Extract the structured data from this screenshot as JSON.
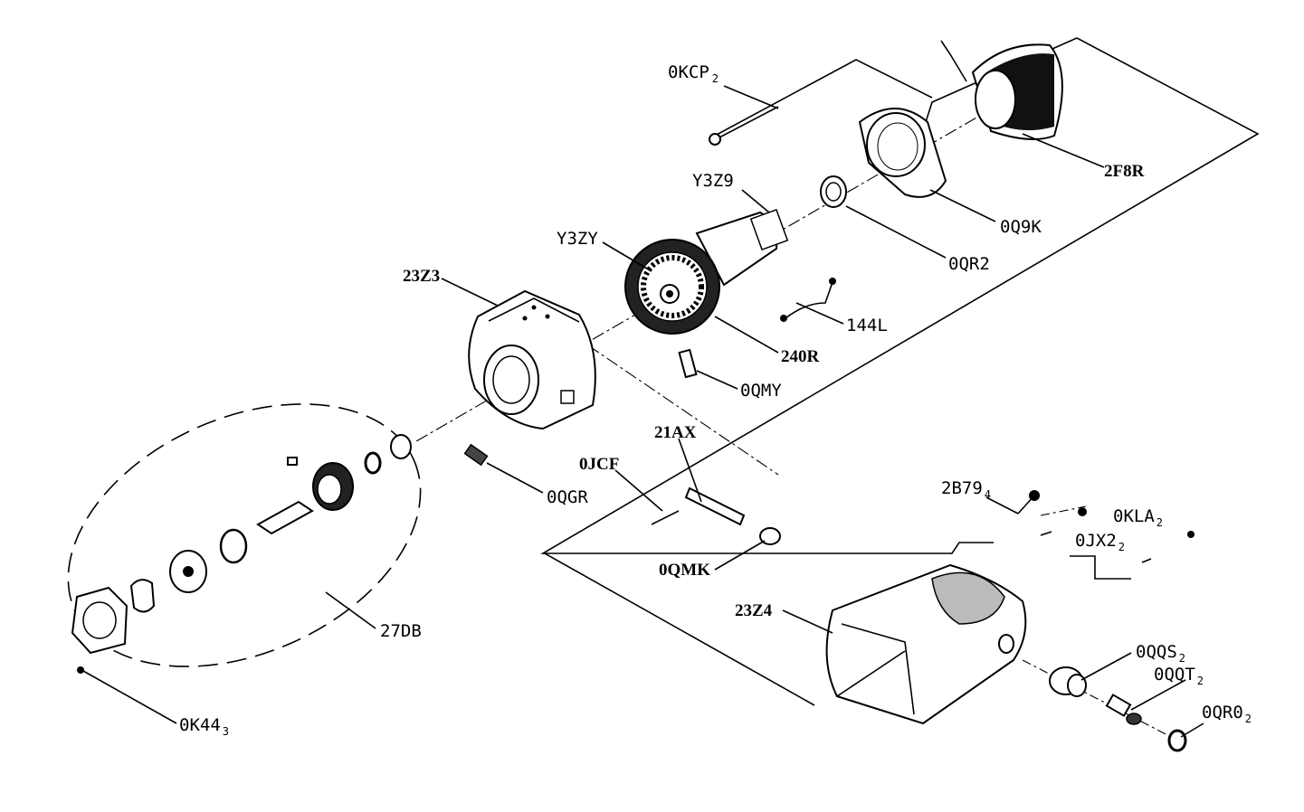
{
  "diagram": {
    "labels": {
      "kcp": {
        "text": "0KCP",
        "sub": "2"
      },
      "f8r": {
        "text": "2F8R"
      },
      "y3z9": {
        "text": "Y3Z9"
      },
      "q9k": {
        "text": "0Q9K"
      },
      "y3zy": {
        "text": "Y3ZY"
      },
      "qr2": {
        "text": "0QR2"
      },
      "z3": {
        "text": "23Z3"
      },
      "l144": {
        "text": "144L"
      },
      "r240": {
        "text": "240R"
      },
      "qmy": {
        "text": "0QMY"
      },
      "ax21": {
        "text": "21AX"
      },
      "jcf": {
        "text": "0JCF"
      },
      "qgr": {
        "text": "0QGR"
      },
      "b79": {
        "text": "2B79",
        "sub": "4"
      },
      "kla": {
        "text": "0KLA",
        "sub": "2"
      },
      "jx2": {
        "text": "0JX2",
        "sub": "2"
      },
      "qmk": {
        "text": "0QMK"
      },
      "z4": {
        "text": "23Z4"
      },
      "db27": {
        "text": "27DB"
      },
      "qqs": {
        "text": "0QQS",
        "sub": "2"
      },
      "qqt": {
        "text": "0QQT",
        "sub": "2"
      },
      "qro": {
        "text": "0QR0",
        "sub": "2"
      },
      "k44": {
        "text": "0K44",
        "sub": "3"
      }
    }
  }
}
